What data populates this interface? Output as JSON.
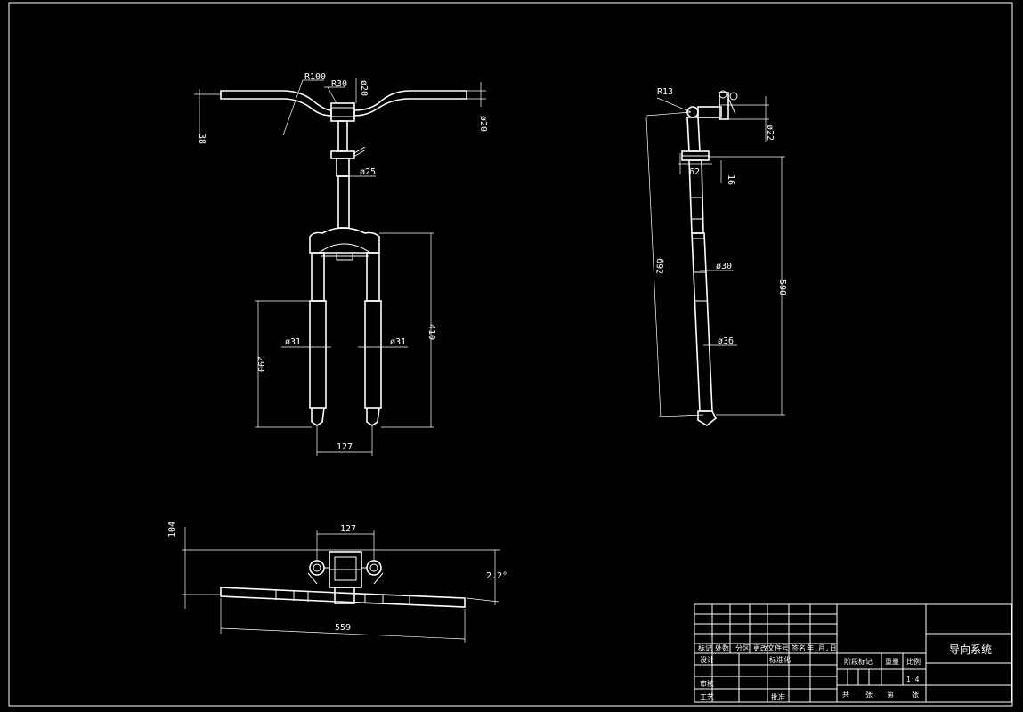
{
  "drawing_title": "导向系统",
  "scale": "1:4",
  "front_view": {
    "r100": "R100",
    "r30": "R30",
    "d20_top": "ø20",
    "d20_right": "ø20",
    "dim38": "38",
    "d25": "ø25",
    "d31_left": "ø31",
    "d31_right": "ø31",
    "dim410": "410",
    "dim290": "290",
    "dim127": "127"
  },
  "side_view": {
    "r13": "R13",
    "d22": "ø22",
    "dim62": "62",
    "dim16": "16",
    "dim692": "692",
    "d30": "ø30",
    "dim590": "590",
    "d36": "ø36"
  },
  "top_view": {
    "dim127": "127",
    "dim104": "104",
    "angle": "2.2°",
    "dim559": "559"
  },
  "title_block": {
    "row_header": [
      "标记",
      "处数",
      "分区",
      "更改文件号",
      "签名",
      "年.月.日"
    ],
    "design": "设计",
    "standardize": "标准化",
    "review": "审核",
    "process": "工艺",
    "approve": "批准",
    "stage_mark": "阶段标记",
    "weight": "重量",
    "scale_label": "比例",
    "sheets_total": "共",
    "sheets_num": "张",
    "sheet_of": "第",
    "sheet_end": "张"
  }
}
